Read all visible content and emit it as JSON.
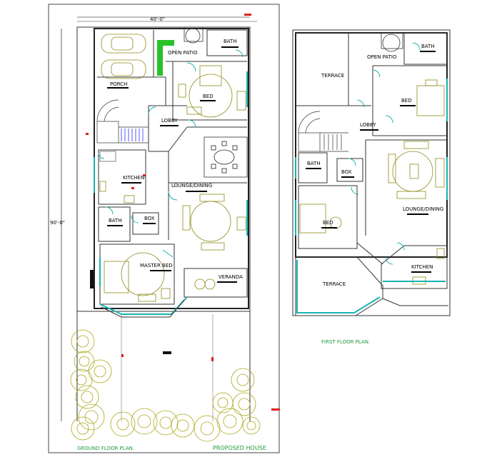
{
  "ground_floor": {
    "title": "GROUND FLOOR PLAN.",
    "width_dim": "40'-0\"",
    "depth_dim": "90'-0\"",
    "rooms": {
      "bath_top": "BATH",
      "open_patio": "OPEN PATIO",
      "porch": "PORCH",
      "bed": "BED",
      "lobby": "LOBBY",
      "kitchen": "KITCHEN",
      "lounge_dining": "LOUNGE/DINING",
      "bath": "BATH",
      "box": "BOX",
      "master_bed": "MASTER BED",
      "veranda": "VERANDA"
    }
  },
  "first_floor": {
    "title": "FIRST  FLOOR PLAN.",
    "rooms": {
      "terrace_top": "TERRACE",
      "open_patio": "OPEN PATIO",
      "bath_top": "BATH",
      "bed_top": "BED",
      "lobby": "LOBBY",
      "bath": "BATH",
      "box": "BOX",
      "lounge_dining": "LOUNGE/DINING",
      "bed": "BED",
      "kitchen": "KITCHEN",
      "terrace_bottom": "TERRACE"
    }
  },
  "project_title": "PROPOSED HOUSE",
  "colors": {
    "walls": "#333333",
    "furniture": "#8c8c1a",
    "doors_windows": "#19b3b3",
    "captions": "#1f9a3a",
    "dimension_marks": "#e02020"
  }
}
